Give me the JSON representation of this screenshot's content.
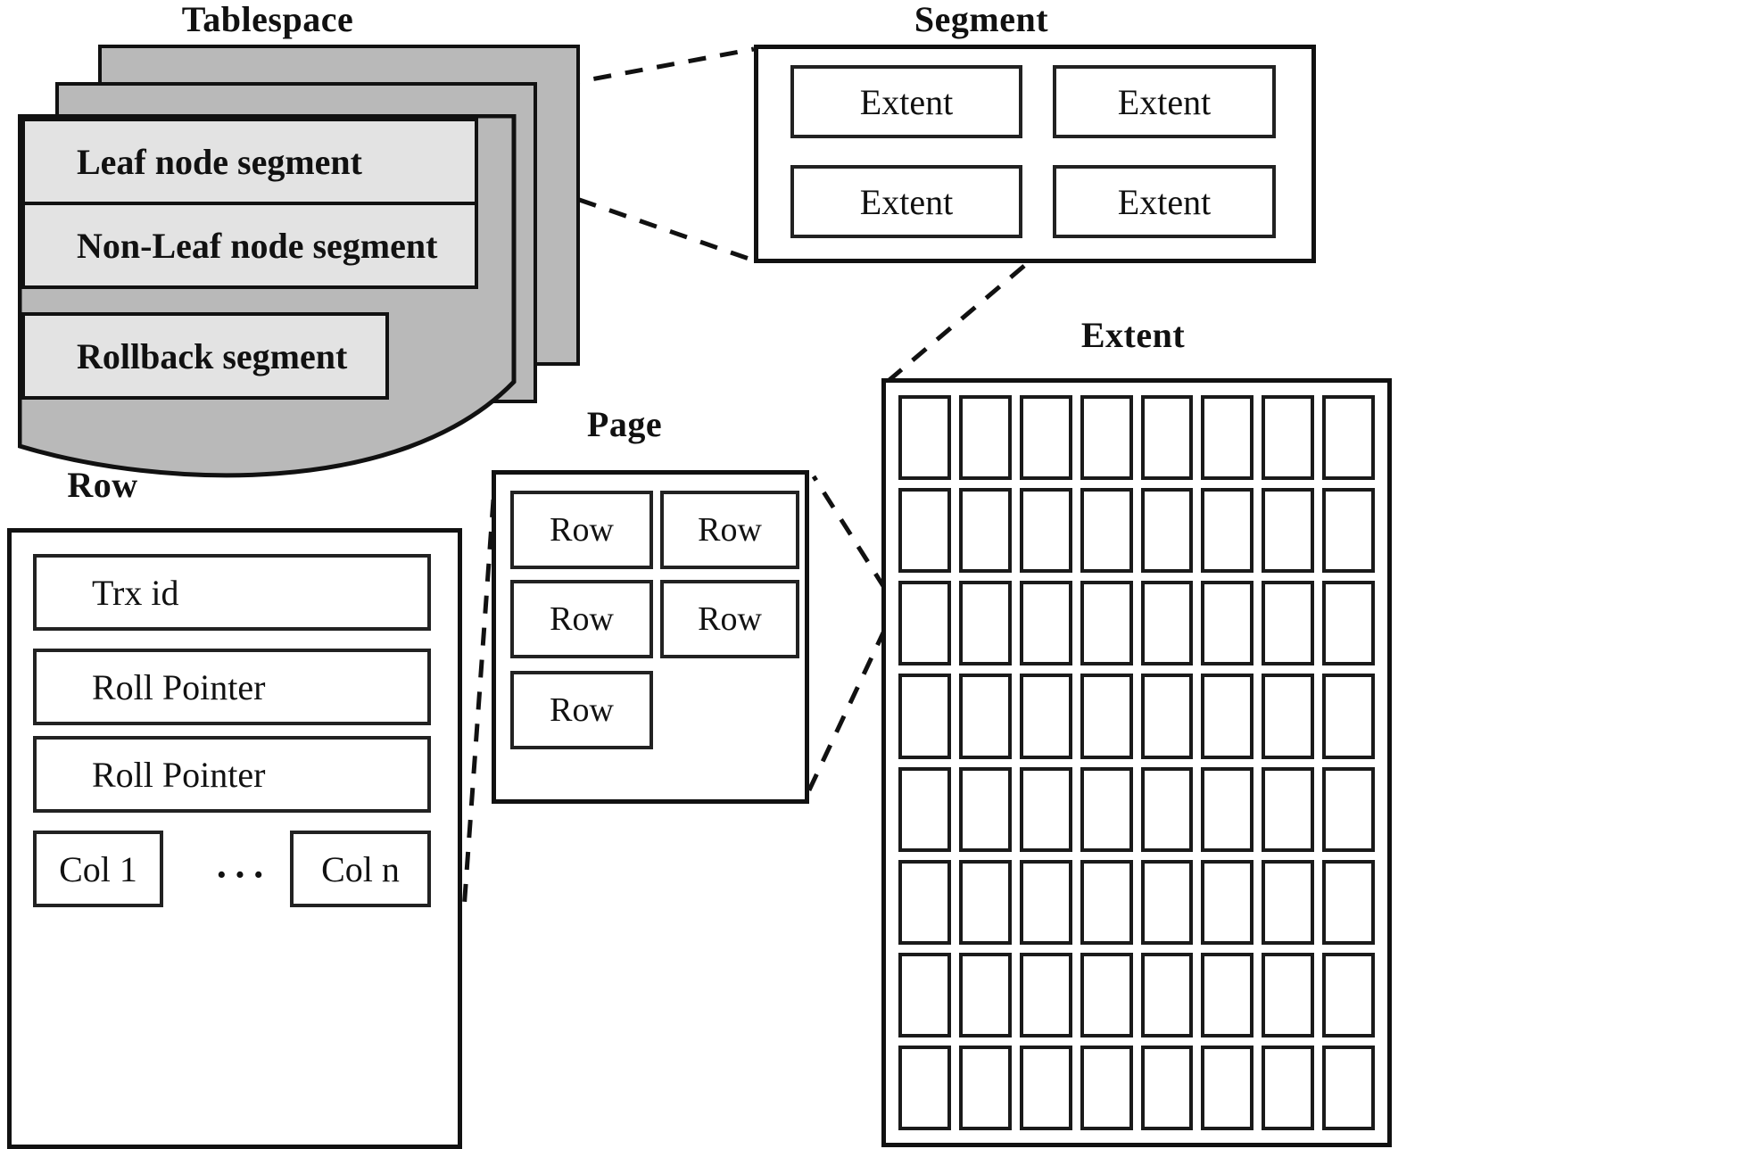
{
  "figure": {
    "kind": "storage-hierarchy-diagram",
    "captions": {
      "tablespace": "Tablespace",
      "segment": "Segment",
      "extent": "Extent",
      "page": "Page",
      "row": "Row"
    }
  },
  "tablespace": {
    "title": "Tablespace",
    "segments": [
      {
        "label": "Leaf node segment"
      },
      {
        "label": "Non-Leaf node segment"
      },
      {
        "label": "Rollback segment"
      }
    ],
    "sheet_count": 3,
    "fill_color": "#b9b9b9",
    "segment_fill_color": "#e3e3e3"
  },
  "segment": {
    "title": "Segment",
    "extents": [
      {
        "label": "Extent"
      },
      {
        "label": "Extent"
      },
      {
        "label": "Extent"
      },
      {
        "label": "Extent"
      }
    ]
  },
  "extent": {
    "title": "Extent",
    "grid_rows": 8,
    "grid_cols": 8,
    "page_count": 64
  },
  "page": {
    "title": "Page",
    "rows": [
      {
        "label": "Row"
      },
      {
        "label": "Row"
      },
      {
        "label": "Row"
      },
      {
        "label": "Row"
      },
      {
        "label": "Row"
      }
    ]
  },
  "row": {
    "title": "Row",
    "fields": [
      {
        "label": "Trx id"
      },
      {
        "label": "Roll Pointer"
      },
      {
        "label": "Roll Pointer"
      }
    ],
    "columns": {
      "first": "Col 1",
      "ellipsis": "···",
      "last": "Col n"
    }
  },
  "style": {
    "line_color": "#111111",
    "background": "#ffffff",
    "connector": "dashed"
  }
}
